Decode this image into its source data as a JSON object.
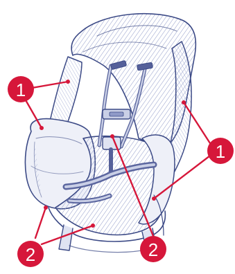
{
  "colors": {
    "sketch": "#3c4a86",
    "sketch_light": "#8f9ac8",
    "shade": "#c9cfe6",
    "callout": "#d6173a",
    "callout_text": "#ffffff"
  },
  "callouts": [
    {
      "id": "callout-1-left",
      "label": "1"
    },
    {
      "id": "callout-1-right",
      "label": "1"
    },
    {
      "id": "callout-2-left",
      "label": "2"
    },
    {
      "id": "callout-2-right",
      "label": "2"
    }
  ],
  "illustration": {
    "icon": "car-seat-sketch"
  }
}
